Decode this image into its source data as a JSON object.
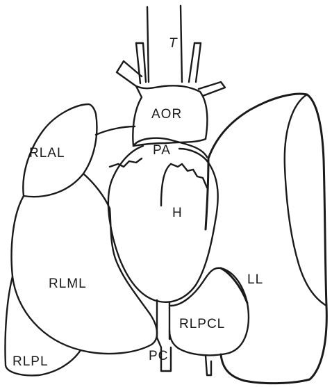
{
  "labels": {
    "trachea": "T",
    "aorta": "AOR",
    "pulmonary_artery": "PA",
    "heart": "H",
    "right_lung_apical_lobe": "RLAL",
    "right_lung_middle_lobe": "RLML",
    "right_lung_posterior_lobe": "RLPL",
    "right_lung_postcaval_lobe": "RLPCL",
    "left_lung": "LL",
    "postcava": "PC"
  },
  "colors": {
    "line": "#1a1a1a",
    "background": "#ffffff"
  }
}
